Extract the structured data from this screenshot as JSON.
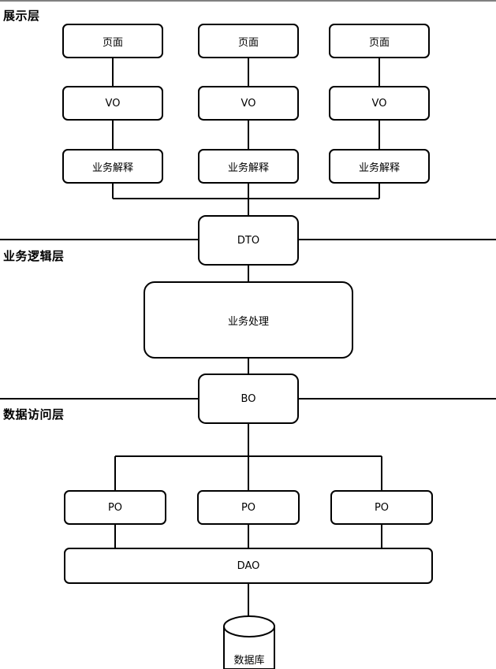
{
  "layers": {
    "presentation": "展示层",
    "business": "业务逻辑层",
    "data_access": "数据访问层"
  },
  "presentation": {
    "pages": [
      "页面",
      "页面",
      "页面"
    ],
    "vos": [
      "VO",
      "VO",
      "VO"
    ],
    "interpreters": [
      "业务解释",
      "业务解释",
      "业务解释"
    ]
  },
  "dto": "DTO",
  "business_processing": "业务处理",
  "bo": "BO",
  "pos": [
    "PO",
    "PO",
    "PO"
  ],
  "dao": "DAO",
  "database": "数据库"
}
